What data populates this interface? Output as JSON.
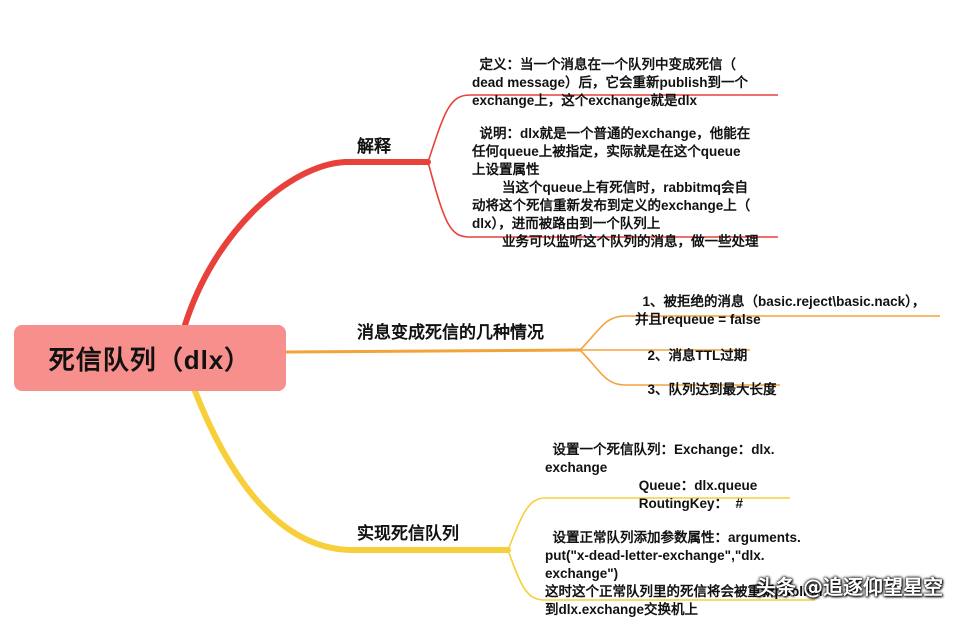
{
  "root": {
    "label": "死信队列（dlx）"
  },
  "branches": [
    {
      "label": "解释",
      "leaves": [
        {
          "text": "定义：当一个消息在一个队列中变成死信（\ndead message）后，它会重新publish到一个\nexchange上，这个exchange就是dlx"
        },
        {
          "text": "说明：dlx就是一个普通的exchange，他能在\n任何queue上被指定，实际就是在这个queue\n上设置属性\n        当这个queue上有死信时，rabbitmq会自\n动将这个死信重新发布到定义的exchange上（\ndlx），进而被路由到一个队列上\n        业务可以监听这个队列的消息，做一些处理"
        }
      ]
    },
    {
      "label": "消息变成死信的几种情况",
      "leaves": [
        {
          "text": "1、被拒绝的消息（basic.reject\\basic.nack），\n并且requeue = false"
        },
        {
          "text": "2、消息TTL过期"
        },
        {
          "text": "3、队列达到最大长度"
        }
      ]
    },
    {
      "label": "实现死信队列",
      "leaves": [
        {
          "text": "设置一个死信队列：Exchange：dlx.\nexchange\n                         Queue：dlx.queue\n                         RoutingKey：  #"
        },
        {
          "text": "设置正常队列添加参数属性：arguments.\nput(\"x-dead-letter-exchange\",\"dlx.\nexchange\")\n这时这个正常队列里的死信将会被重新publish\n到dlx.exchange交换机上"
        }
      ]
    }
  ],
  "colors": {
    "root_fill": "#f7908c",
    "branch1": "#e8413b",
    "branch2": "#f2a33a",
    "branch3": "#f7cf3b"
  },
  "watermark": "头条 @追逐仰望星空"
}
